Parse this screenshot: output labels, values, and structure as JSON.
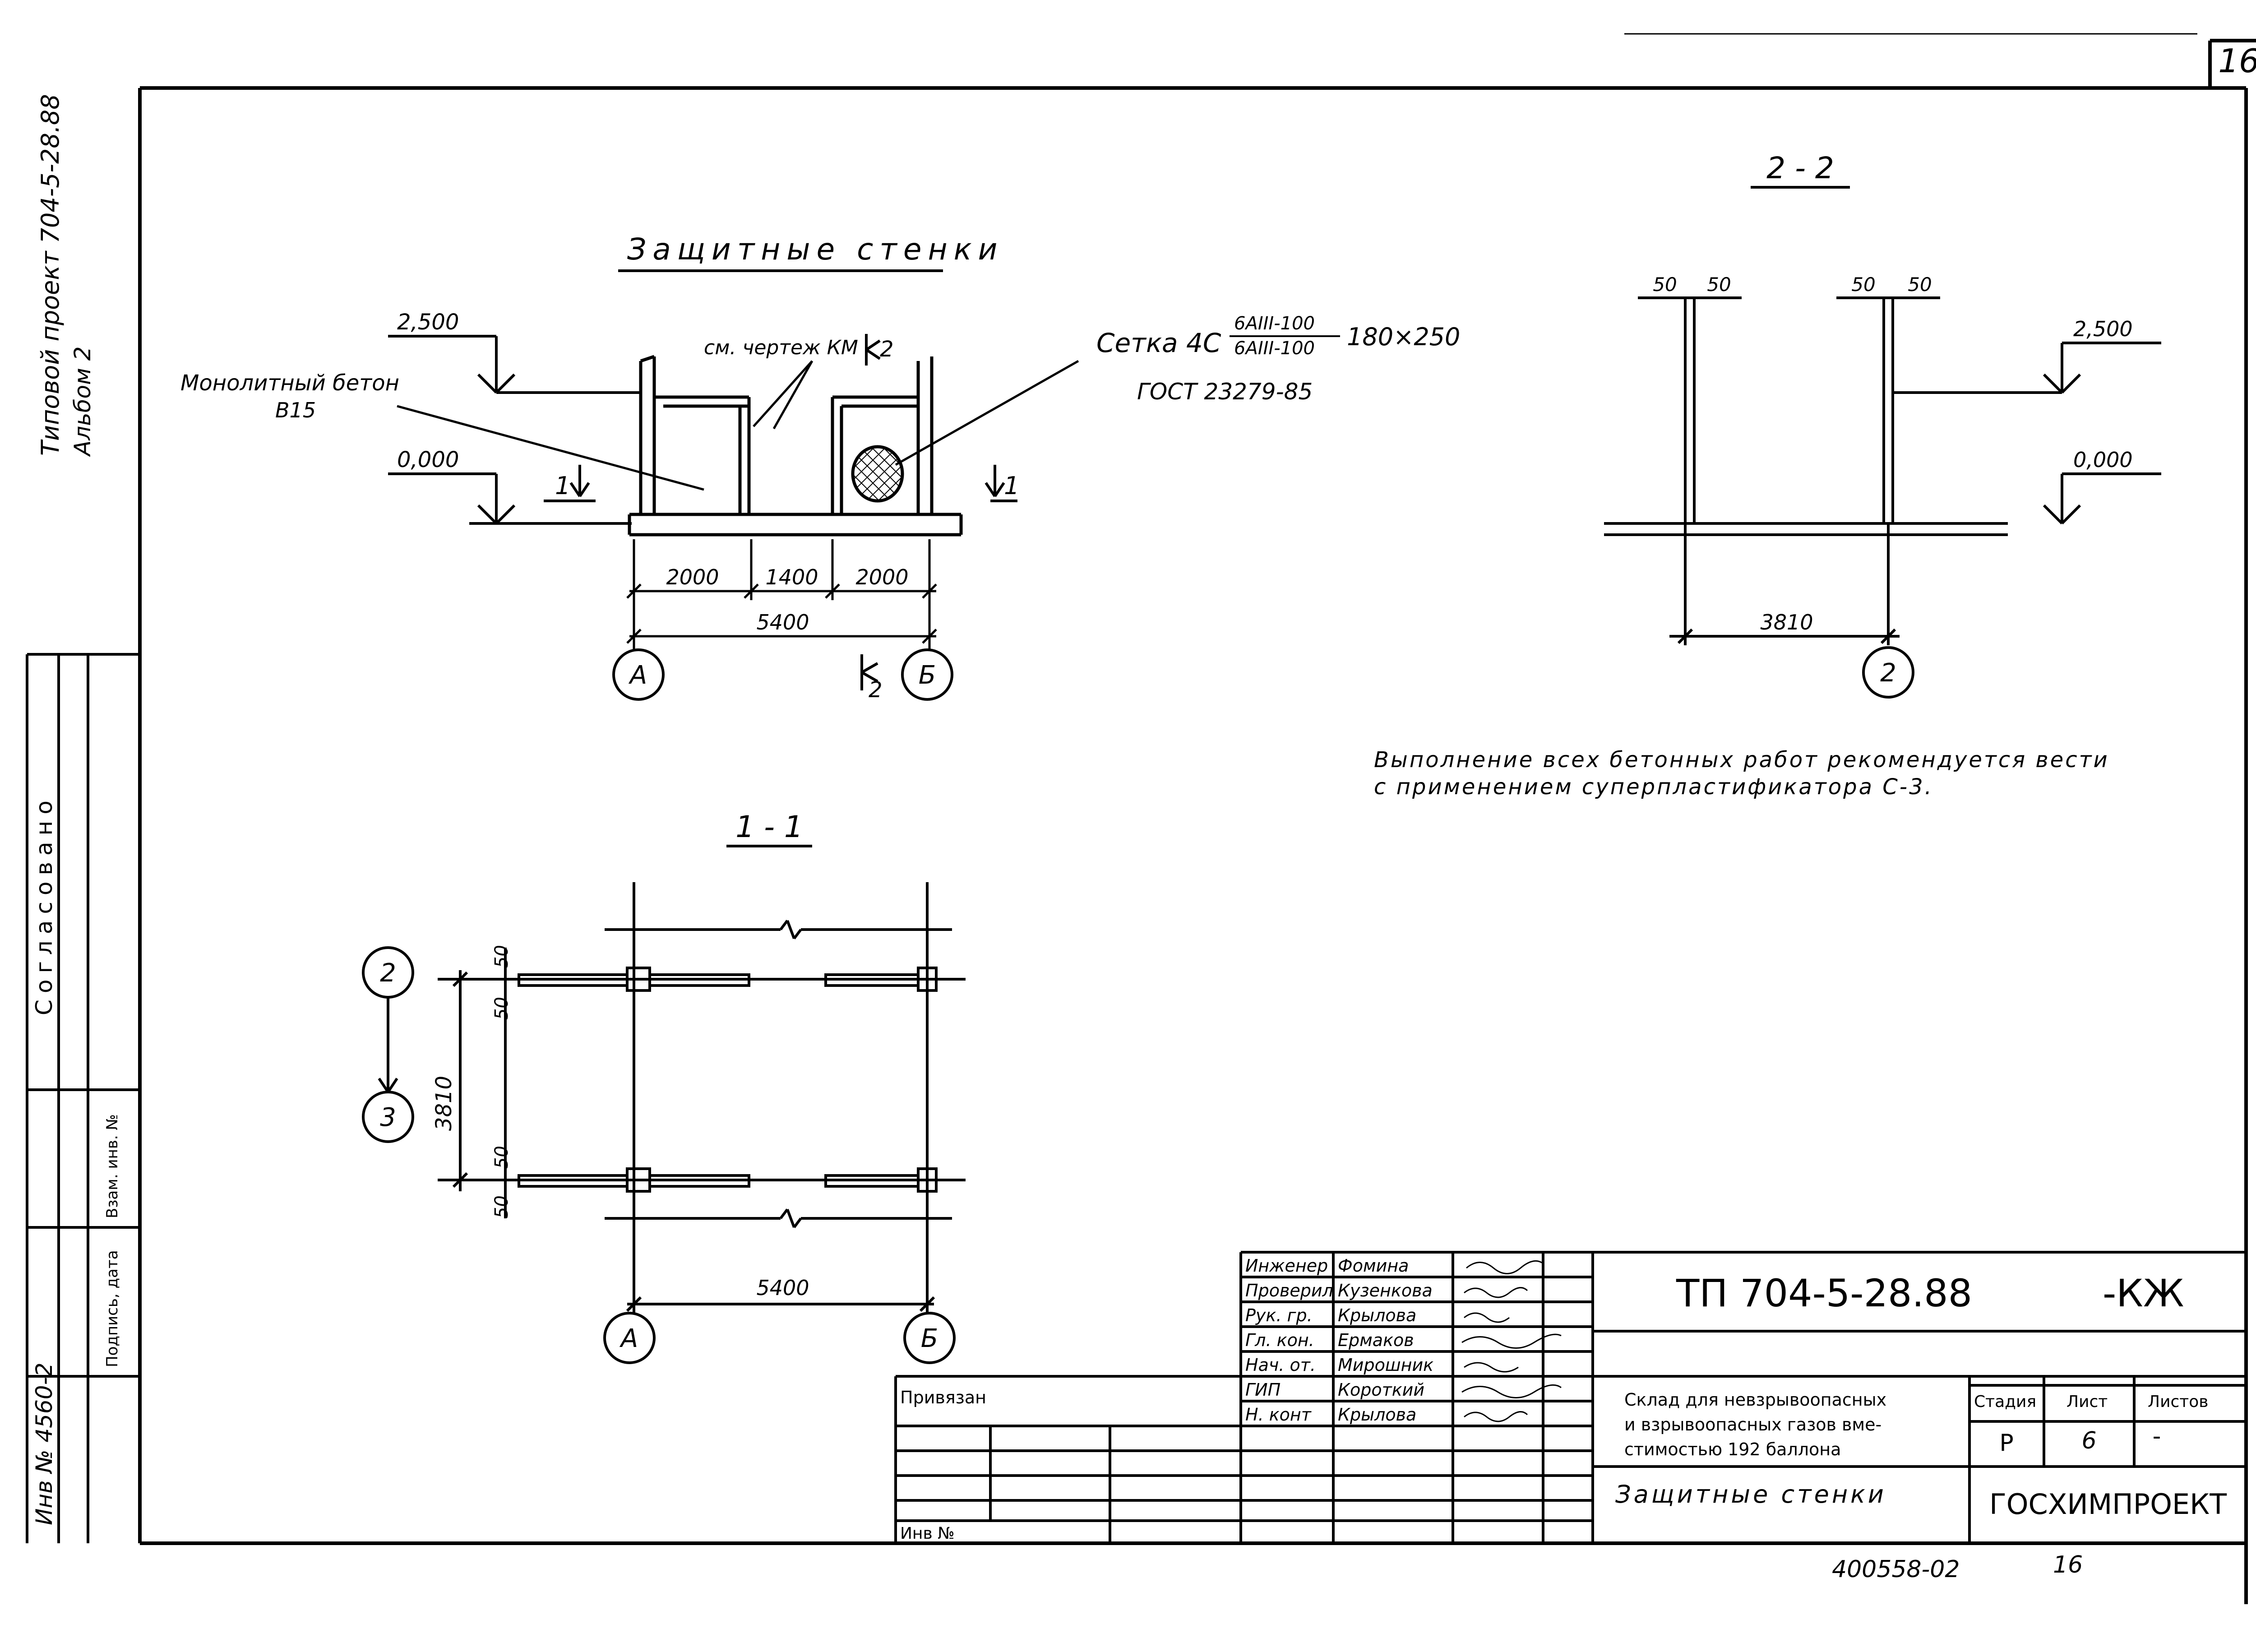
{
  "sheet": {
    "sheet_number": "16",
    "side_top": "Типовой проект 704-5-28.88",
    "side_album": "Альбом 2",
    "side_agreed": "Согласовано",
    "side_inv_bottom": "Инв № 4560-2",
    "side_col1": "Взам. инв. №",
    "side_col2": "Подпись, дата",
    "footer_code": "400558-02",
    "footer_page": "16"
  },
  "drawing": {
    "main_title": "Защитные стенки",
    "section_2_2": "2 - 2",
    "section_1_1": "1 - 1",
    "label_concrete_1": "Монолитный бетон",
    "label_concrete_2": "В15",
    "label_see_drawing": "см. чертеж КМ",
    "label_mesh_1": "Сетка 4С",
    "label_mesh_num": "6АIII-100",
    "label_mesh_den": "6АIII-100",
    "label_mesh_size": "180×250",
    "label_mesh_gost": "ГОСТ 23279-85",
    "level_top": "2,500",
    "level_zero": "0,000",
    "level_top_22": "2,500",
    "level_zero_22": "0,000",
    "dim_2000a": "2000",
    "dim_1400": "1400",
    "dim_2000b": "2000",
    "dim_5400": "5400",
    "dim_5400_11": "5400",
    "dim_3810": "3810",
    "dim_3810_11": "3810",
    "dim_50": "50",
    "cut_1": "1",
    "cut_2": "2",
    "axis_a": "А",
    "axis_b": "Б",
    "axis_2": "2",
    "axis_3": "3",
    "note_line1": "Выполнение всех бетонных работ рекомендуется вести",
    "note_line2": "с применением суперпластификатора С-3."
  },
  "title_block": {
    "doc_code": "ТП 704-5-28.88",
    "doc_suffix": "-КЖ",
    "roles": [
      "Инженер",
      "Проверил",
      "Рук. гр.",
      "Гл. кон.",
      "Нач. от.",
      "ГИП",
      "Н. конт"
    ],
    "names": [
      "Фомина",
      "Кузенкова",
      "Крылова",
      "Ермаков",
      "Мирошник",
      "Короткий",
      "Крылова"
    ],
    "project_line1": "Склад для невзрывоопасных",
    "project_line2": "и взрывоопасных газов вме-",
    "project_line3": "стимостью 192 баллона",
    "sheet_title": "Защитные стенки",
    "stage_label": "Стадия",
    "sheet_label": "Лист",
    "sheets_label": "Листов",
    "stage": "Р",
    "sheet": "6",
    "sheets": "-",
    "org": "ГОСХИМПРОЕКТ",
    "privyazan": "Привязан",
    "inv_no": "Инв №"
  }
}
